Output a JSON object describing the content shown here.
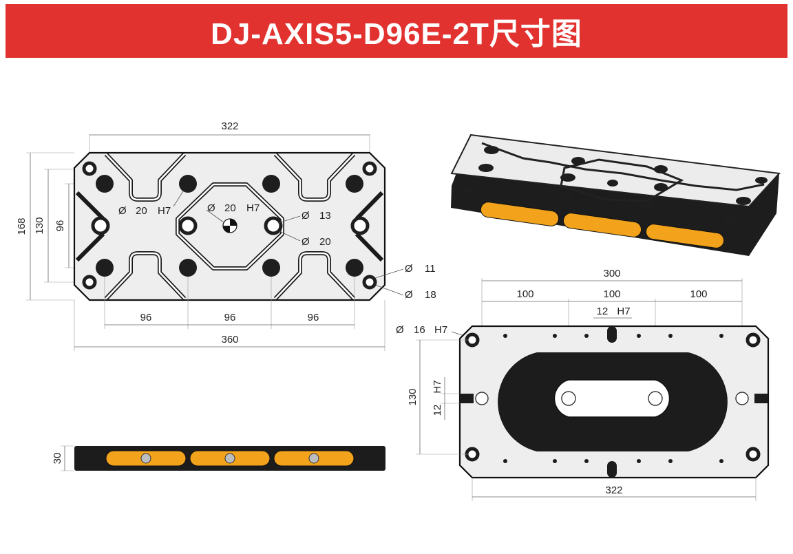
{
  "header": {
    "title": "DJ-AXIS5-D96E-2T尺寸图",
    "color": "#e23230"
  },
  "colors": {
    "label_orange": "#f2a31b",
    "plate_dark": "#1c1c1c",
    "plate_light": "#eeeeee"
  },
  "top_view": {
    "width_total": "360",
    "width_inner": "322",
    "height_total": "168",
    "height_130": "130",
    "height_96": "96",
    "pitch": [
      "96",
      "96",
      "96"
    ],
    "callout_a": {
      "sym": "Ø",
      "val": "20",
      "tol": "H7"
    },
    "callout_b": {
      "sym": "Ø",
      "val": "20",
      "tol": "H7"
    },
    "callout_c": {
      "sym": "Ø",
      "val": "13"
    },
    "callout_d": {
      "sym": "Ø",
      "val": "20"
    },
    "callout_e": {
      "sym": "Ø",
      "val": "11"
    },
    "callout_f": {
      "sym": "Ø",
      "val": "18"
    }
  },
  "side_view": {
    "height": "30"
  },
  "bottom_view": {
    "width_total": "300",
    "segments": [
      "100",
      "100",
      "100"
    ],
    "slot_width": "12",
    "slot_tol": "H7",
    "pin_callout": {
      "sym": "Ø",
      "val": "16",
      "tol": "H7"
    },
    "height": "130",
    "side_slot": "12",
    "side_slot_tol": "H7",
    "width_bottom": "322"
  }
}
